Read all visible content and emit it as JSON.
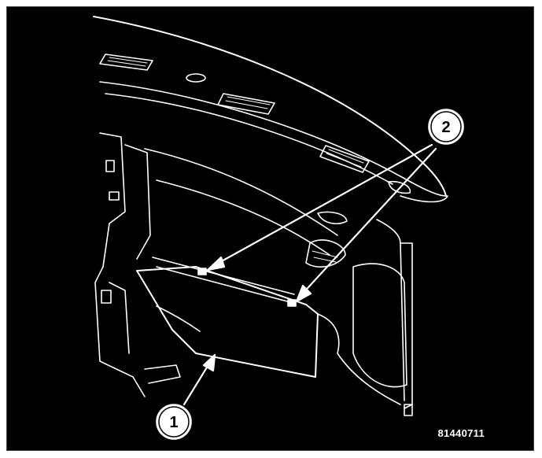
{
  "figure": {
    "id_label": "81440711",
    "background": "#000000",
    "line_color": "#ffffff"
  },
  "callouts": [
    {
      "number": "1"
    },
    {
      "number": "2"
    }
  ]
}
